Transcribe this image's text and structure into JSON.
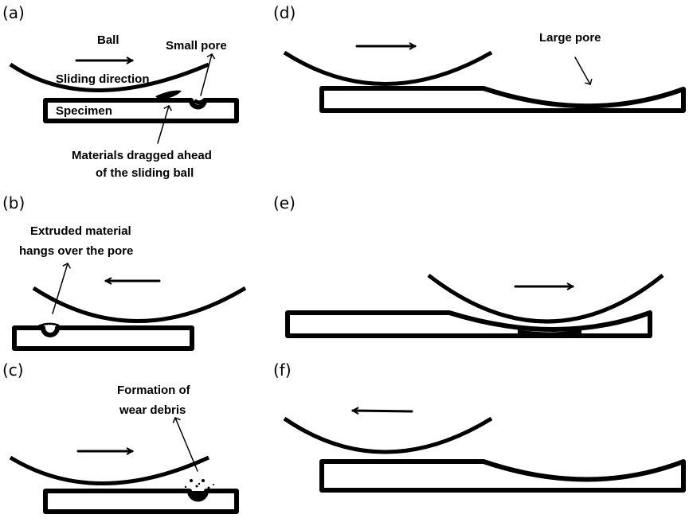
{
  "figure": {
    "panels": [
      {
        "id": "a",
        "label": "(a)",
        "direction": "right",
        "annotations": {
          "ball": "Ball",
          "sliding_direction": "Sliding direction",
          "small_pore": "Small pore",
          "specimen": "Specimen",
          "materials_line1": "Materials dragged ahead",
          "materials_line2": "of the sliding ball"
        }
      },
      {
        "id": "b",
        "label": "(b)",
        "direction": "left",
        "annotations": {
          "extruded_line1": "Extruded material",
          "extruded_line2": "hangs over the pore"
        }
      },
      {
        "id": "c",
        "label": "(c)",
        "direction": "right",
        "annotations": {
          "formation_line1": "Formation of",
          "formation_line2": "wear debris"
        }
      },
      {
        "id": "d",
        "label": "(d)",
        "direction": "right",
        "annotations": {
          "large_pore": "Large pore"
        }
      },
      {
        "id": "e",
        "label": "(e)",
        "direction": "right",
        "annotations": {}
      },
      {
        "id": "f",
        "label": "(f)",
        "direction": "left",
        "annotations": {}
      }
    ]
  }
}
